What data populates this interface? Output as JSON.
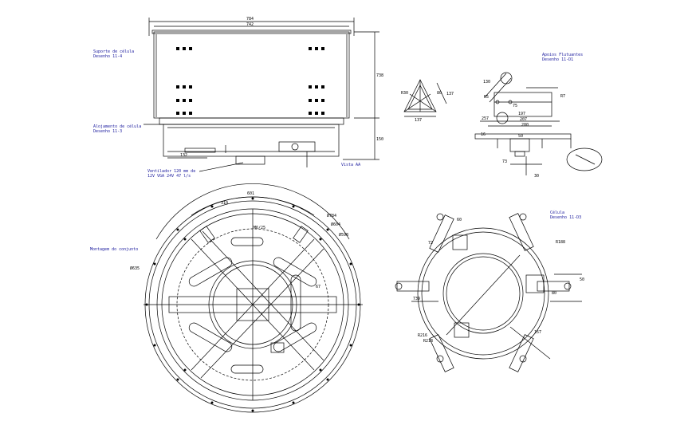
{
  "colors": {
    "line": "#000000",
    "note": "#2020a0",
    "background": "#ffffff"
  },
  "labels": {
    "suporte": [
      "Suporte de célula",
      "Desenho 11-4"
    ],
    "alojamento": [
      "Alojamento de célula",
      "Desenho 11-3"
    ],
    "ventilador": [
      "Ventilador 120 mm de",
      "12V VGA 24V 47 l/s"
    ],
    "vista": "Vista AA",
    "montagem": "Montagem do conjunto",
    "apoios": [
      "Apoios Flutuantes",
      "Desenho 11-D1"
    ],
    "celula": [
      "Célula",
      "Desenho 11-D3"
    ]
  },
  "dims": {
    "top_784": "784",
    "top_742": "742",
    "side_738": "738",
    "side_150": "150",
    "bot_132": "132",
    "tri_137a": "137",
    "tri_137b": "137",
    "tri_r30": "R30",
    "tri_80": "80",
    "a_130": "130",
    "a_r5": "R5",
    "a_r7": "R7",
    "a_197": "197",
    "a_207": "207",
    "a_200": "200",
    "a_75": "75",
    "a_257": "257",
    "b_50": "50",
    "b_73": "73",
    "b_30": "30",
    "b_16": "16",
    "asm_601": "601",
    "asm_310": "310",
    "asm_r634": "Ø784",
    "asm_r604": "Ø604",
    "asm_r598": "Ø598",
    "asm_r635": "Ø635",
    "asm_mp": "M6/25",
    "asm_67": "67",
    "cel_60": "60",
    "cel_r88": "R188",
    "cel_157": "157",
    "cel_r216": "R216",
    "cel_r218": "R218",
    "cel_50": "50",
    "cel_80": "80",
    "cel_739": "739",
    "cel_72": "72"
  }
}
